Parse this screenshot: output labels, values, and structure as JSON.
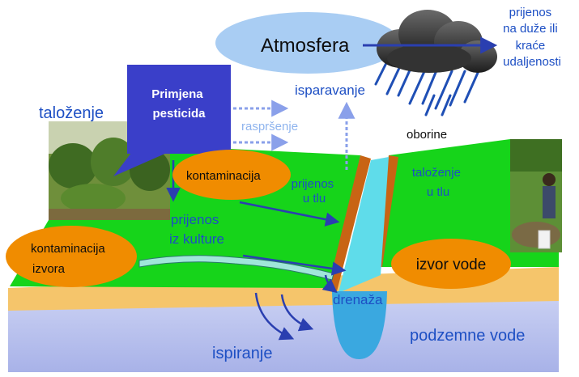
{
  "colors": {
    "label_blue": "#1d4fc4",
    "light_blue_text": "#8fb4ee",
    "box_fill": "#3a3fc9",
    "orange": "#f08c00",
    "green": "#18d61c",
    "water": "#59d9e8",
    "groundwater": "#b9c2ee",
    "atmosphere": "#a9cdf3"
  },
  "labels": {
    "atmosfera": "Atmosfera",
    "prijenos_udaljenosti": [
      "prijenos",
      "na duže ili",
      "kraće",
      "udaljenosti"
    ],
    "isparavanje": "isparavanje",
    "primjena_pesticida": [
      "Primjena",
      "pesticida"
    ],
    "talozenje": "taloženje",
    "rasprsenje": "raspršenje",
    "oborine": "oborine",
    "kontaminacija": "kontaminacija",
    "prijenos_u_tlu": [
      "prijenos",
      "u tlu"
    ],
    "talozenje_u_tlu": [
      "taloženje",
      "u tlu"
    ],
    "prijenos_iz_kulture": [
      "prijenos",
      "iz kulture"
    ],
    "kontaminacija_izvora": [
      "kontaminacija",
      "izvora"
    ],
    "izvor_vode": "izvor vode",
    "drenaza": "drenaža",
    "podzemne_vode": "podzemne vode",
    "ispiranje": "ispiranje"
  },
  "icons": [
    "rain-cloud-icon",
    "farm-photo",
    "farmer-photo"
  ]
}
